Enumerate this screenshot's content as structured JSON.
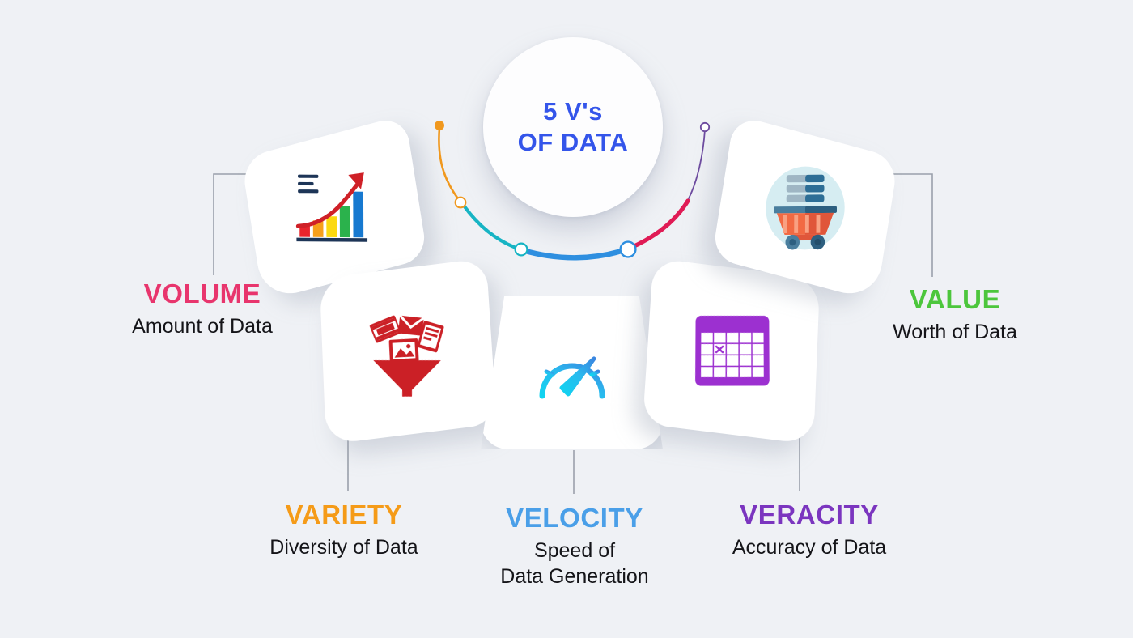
{
  "background_color": "#eff1f5",
  "center": {
    "line1": "5 V's",
    "line2": "OF DATA",
    "text_color": "#3455ea"
  },
  "items": [
    {
      "key": "volume",
      "title": "VOLUME",
      "caption": "Amount of Data",
      "color": "#e8356d",
      "icon": "growth-bar-chart-icon"
    },
    {
      "key": "variety",
      "title": "VARIETY",
      "caption": "Diversity of Data",
      "color": "#f59b18",
      "icon": "data-funnel-icon"
    },
    {
      "key": "velocity",
      "title": "VELOCITY",
      "caption": "Speed of\nData Generation",
      "color": "#4a9fe8",
      "icon": "speedometer-icon"
    },
    {
      "key": "veracity",
      "title": "VERACITY",
      "caption": "Accuracy of Data",
      "color": "#7b35bf",
      "icon": "spreadsheet-grid-icon"
    },
    {
      "key": "value",
      "title": "VALUE",
      "caption": "Worth of Data",
      "color": "#4cc63c",
      "icon": "data-mining-cart-icon"
    }
  ],
  "arc": {
    "segments": [
      {
        "name": "orange-segment",
        "color": "#f0981e"
      },
      {
        "name": "teal-segment",
        "color": "#17b4c4"
      },
      {
        "name": "blue-segment",
        "color": "#2e8fe0"
      },
      {
        "name": "crimson-segment",
        "color": "#e01b55"
      },
      {
        "name": "purple-segment",
        "color": "#6d4b9f"
      }
    ],
    "nodes": [
      {
        "name": "orange-start-dot",
        "color": "#f0981e",
        "filled": true
      },
      {
        "name": "orange-teal-node",
        "color": "#f0981e",
        "filled": false
      },
      {
        "name": "teal-blue-node",
        "color": "#17b4c4",
        "filled": false
      },
      {
        "name": "blue-crimson-node",
        "color": "#2e8fe0",
        "filled": false
      },
      {
        "name": "purple-end-dot",
        "color": "#6d4b9f",
        "filled": false
      }
    ]
  },
  "leader_lines": {
    "color": "#9aa0ab"
  }
}
